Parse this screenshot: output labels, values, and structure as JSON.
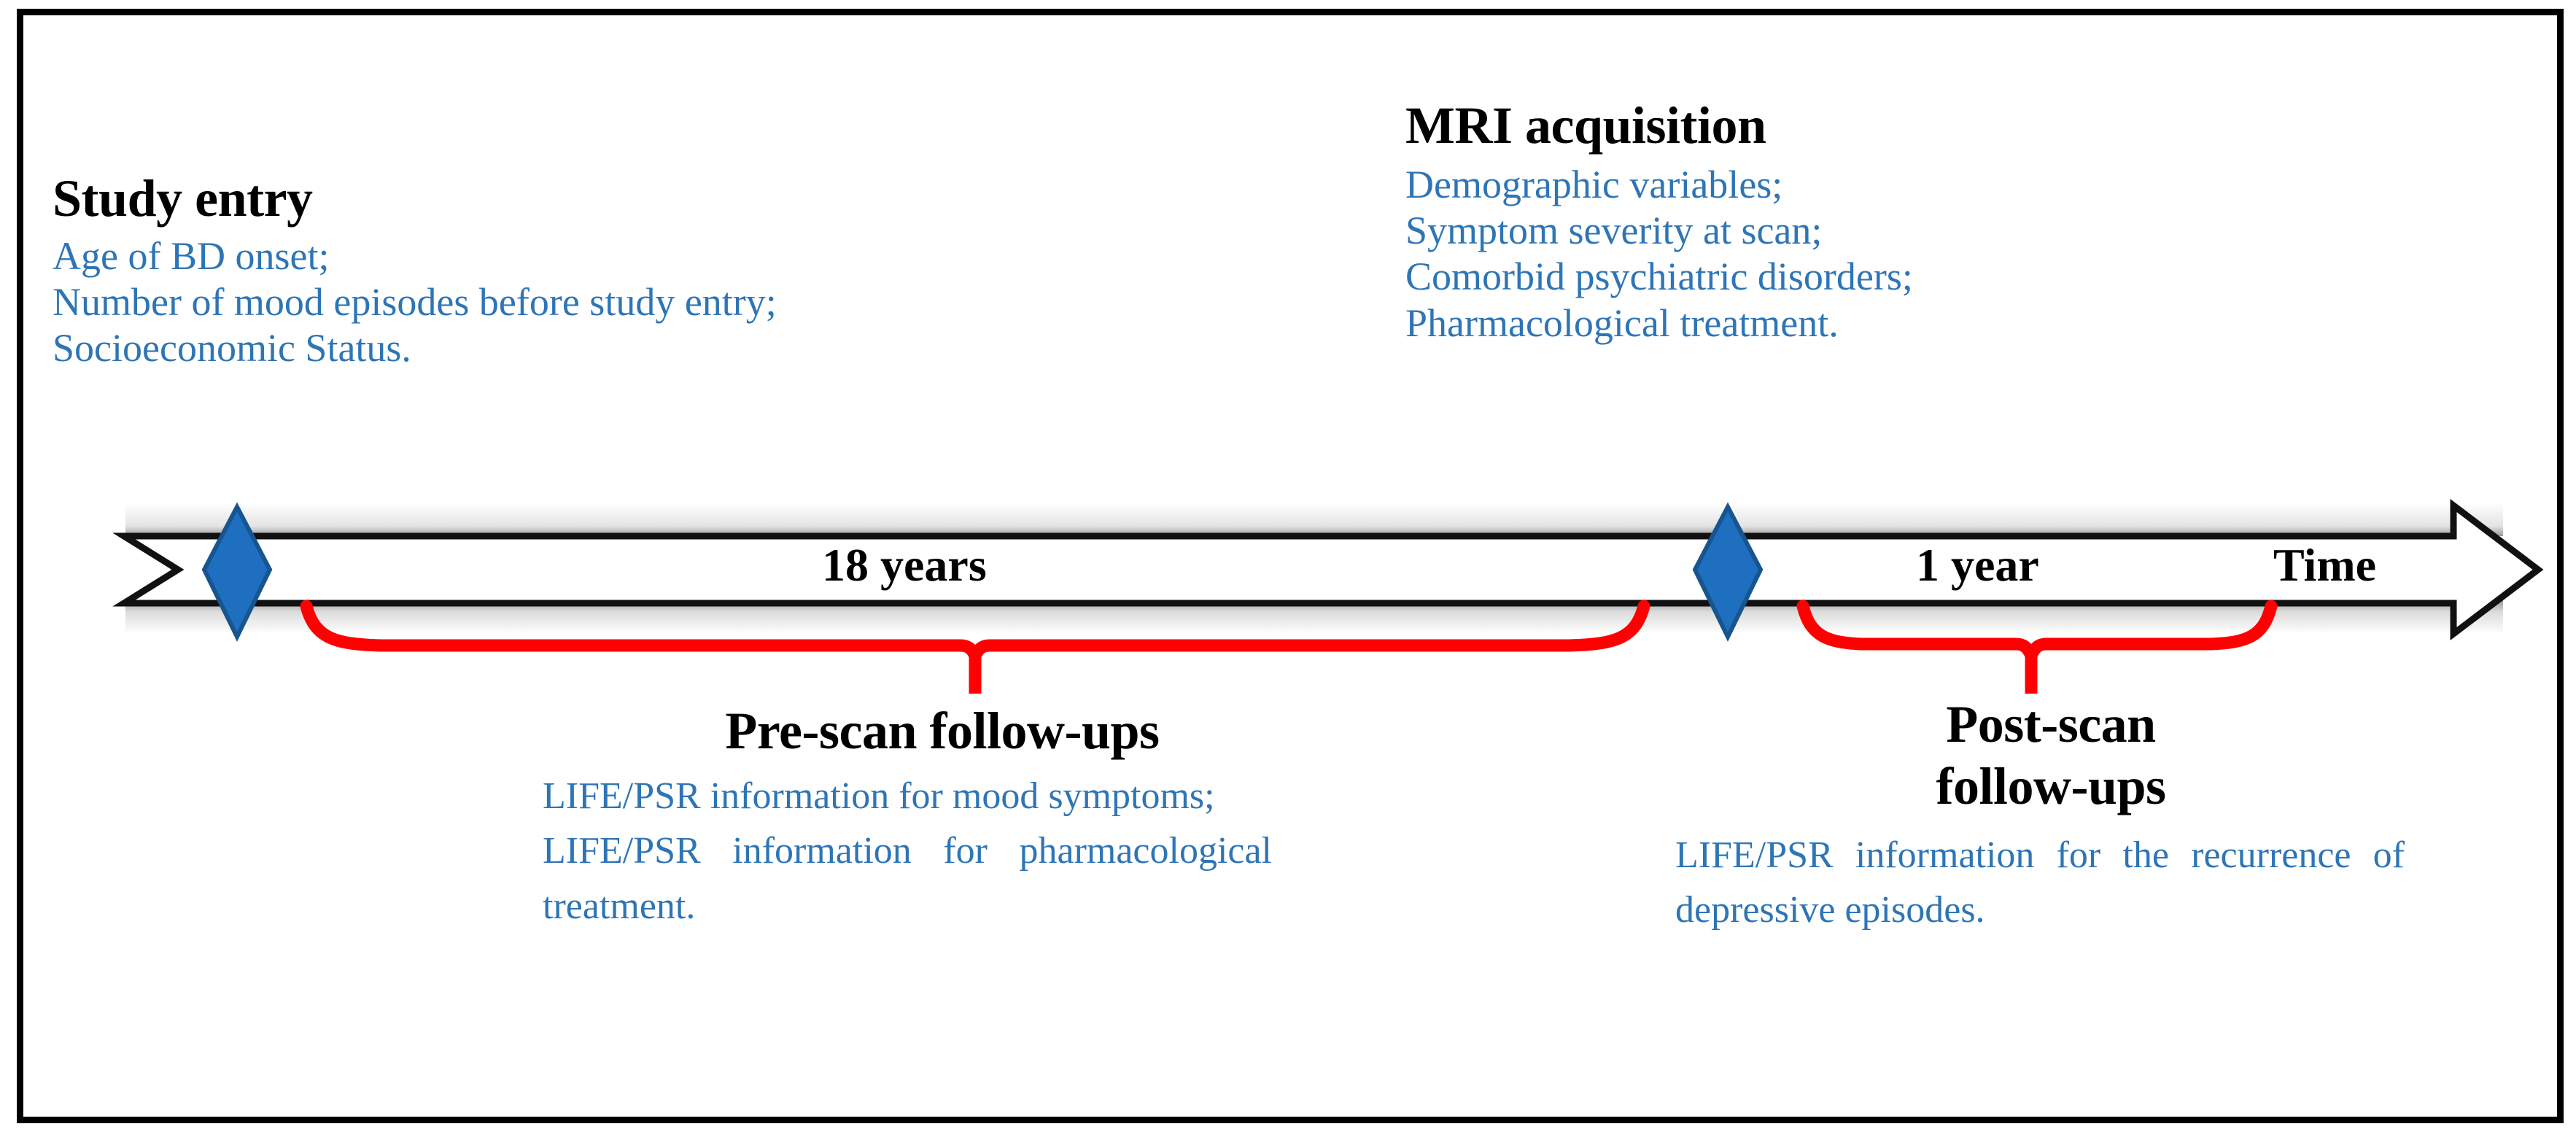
{
  "figure": {
    "type": "timeline",
    "title_text": "",
    "colors": {
      "blue_text": "#2E75B6",
      "diamond_blue": "#1F6FC0",
      "brace_red": "#FF0000",
      "border_black": "#000000",
      "band_fill": "#FFFFFF"
    }
  },
  "study_entry": {
    "heading": "Study entry",
    "lines": [
      "Age of BD onset;",
      "Number of mood episodes before study entry;",
      "Socioeconomic Status."
    ]
  },
  "mri_acquisition": {
    "heading": "MRI acquisition",
    "lines": [
      "Demographic variables;",
      "Symptom severity at scan;",
      "Comorbid psychiatric disorders;",
      "Pharmacological treatment."
    ]
  },
  "timeline": {
    "axis_label": "Time",
    "segments": [
      {
        "label": "18 years",
        "phase": "pre-scan"
      },
      {
        "label": "1 year",
        "phase": "post-scan"
      }
    ],
    "markers": [
      {
        "name": "study-entry-marker",
        "shape": "diamond"
      },
      {
        "name": "mri-scan-marker",
        "shape": "diamond"
      }
    ]
  },
  "pre_scan": {
    "heading": "Pre-scan follow-ups",
    "lines": [
      "LIFE/PSR information for mood symptoms;",
      "LIFE/PSR information for pharmacological treatment."
    ]
  },
  "post_scan": {
    "heading_line1": "Post-scan",
    "heading_line2": "follow-ups",
    "lines": [
      "LIFE/PSR information for the recurrence of depressive episodes."
    ]
  }
}
